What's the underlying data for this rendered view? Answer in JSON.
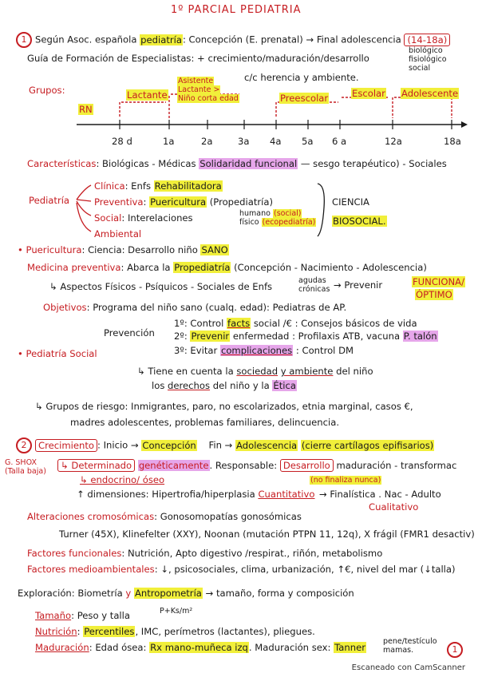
{
  "header": {
    "title": "1º PARCIAL PEDIATRIA"
  },
  "s1": {
    "num": "1",
    "l1a": "Según Asoc. española",
    "l1b": "pediatría",
    "l1c": ": Concepción (E. prenatal) → Final adolescencia",
    "l1d": "(14-18a)",
    "l2a": "Guía de Formación de Especialistas: + crecimiento/maduración/desarrollo",
    "l2b": "biológico",
    "l2c": "fisiológico",
    "l2d": "social",
    "l3": "c/c herencia y ambiente.",
    "grupos": "Grupos:",
    "tl_labels": {
      "rn": "RN",
      "lactante": "Lactante",
      "asist": "Asistente",
      "lact_mayor": "Lactante >",
      "nino": "Niño corta edad",
      "preescolar": "Preescolar",
      "escolar": "Escolar",
      "adolescente": "Adolescente"
    },
    "ticks": [
      "28 d",
      "1a",
      "2a",
      "3a",
      "4a",
      "5a",
      "6 a",
      "12a",
      "18a"
    ]
  },
  "car": {
    "a": "Características",
    "b": ": Biológicas - Médicas",
    "c": "Solidaridad funcional",
    "d": "— sesgo terapéutico) - Sociales"
  },
  "ped": {
    "label": "Pediatría",
    "clinica": "Clínica",
    "clinica_b": ": Enfs",
    "clinica_c": "Rehabilitadora",
    "prev": "Preventiva",
    "prev_b": ":",
    "prev_c": "Puericultura",
    "prev_d": "(Propediatría)",
    "social": "Social",
    "social_b": ": Interelaciones",
    "social_c": "humano",
    "social_d": "(social)",
    "social_e": "físico",
    "social_f": "(ecopediatría)",
    "ambiental": "Ambiental",
    "ciencia": "CIENCIA",
    "biosocial": "BIOSOCIAL."
  },
  "puer": {
    "a": "Puericultura",
    "b": ": Ciencia: Desarrollo niño",
    "c": "SANO"
  },
  "medprev": {
    "a": "Medicina preventiva",
    "b": ": Abarca la",
    "c": "Propediatría",
    "d": "(Concepción - Nacimiento - Adolescencia)",
    "e": "↳ Aspectos Físicos - Psíquicos - Sociales de Enfs",
    "f": "agudas",
    "g": "crónicas",
    "h": "→ Prevenir",
    "i": "FUNCIONA/",
    "j": "ÓPTIMO",
    "obj": "Objetivos",
    "obj_b": ": Programa del niño sano (cualq. edad): Pediatras de AP.",
    "prevencion": "Prevención",
    "p1a": "1º: Control",
    "p1b": "facts",
    "p1c": "social /€ : Consejos básicos de vida",
    "p2a": "2º:",
    "p2b": "Prevenir",
    "p2c": "enfermedad : Profilaxis ATB, vacuna",
    "p2d": "P. talón",
    "p3a": "3º: Evitar",
    "p3b": "complicaciones",
    "p3c": ": Control DM"
  },
  "pedsoc": {
    "a": "Pediatría Social",
    "b": "↳ Tiene en cuenta la",
    "c": "sociedad",
    "d": "y ambiente",
    "e": "del niño",
    "f": "los",
    "g": "derechos",
    "h": "del niño y la",
    "i": "Ética",
    "j": "↳ Grupos de riesgo: Inmigrantes, paro, no escolarizados, etnia marginal, casos €,",
    "k": "madres adolescentes, problemas familiares, delincuencia."
  },
  "s2": {
    "num": "2",
    "creci": "Crecimiento",
    "a": ": Inicio →",
    "b": "Concepción",
    "c": "Fin →",
    "d": "Adolescencia",
    "e": "(cierre cartílagos epifisarios)",
    "shox1": "G. SHOX",
    "shox2": "(Talla baja)",
    "det": "↳ Determinado",
    "gen": "genéticamente",
    ". resp": "",
    "resp": ". Responsable:",
    "desarrollo": "Desarrollo",
    "madur": "maduración - transformac",
    "nofin": "(no finaliza nunca)",
    "endocrino": "↳ endocrino",
    "oseo": "/ óseo",
    "dim": "↑ dimensiones: Hipertrofia/hiperplasia",
    "cuanti": "Cuantitativo",
    "final": "→ Finalística . Nac - Adulto",
    "cuali": "Cualitativo",
    "alt": "Alteraciones cromosómicas",
    "alt_b": ": Gonosomopatías gonosómicas",
    "turner": "Turner (45X), Klinefelter (XXY), Noonan (mutación PTPN 11, 12q), X frágil (FMR1 desactiv)",
    "factf": "Factores funcionales",
    "factf_b": ": Nutrición, Apto digestivo /respirat., riñón, metabolismo",
    "facta": "Factores medioambientales",
    "facta_b": ": ↓, psicosociales, clima, urbanización, ↑€, nivel del mar (↓talla)"
  },
  "expl": {
    "a": "Exploración: Biometría",
    "b": "y",
    "c": "Antropometría",
    "d": "→ tamaño, forma y composición",
    "tam": "Tamaño",
    "tam_b": ": Peso y talla",
    "tam_c": "P+Ks/m²",
    "nut": "Nutrición",
    "nut_b": ":",
    "nut_c": "Percentiles",
    "nut_d": ", IMC, perímetros (lactantes), pliegues.",
    "mad": "Maduración",
    "mad_b": ": Edad ósea:",
    "mad_c": "Rx mano-muñeca izq",
    "mad_d": ". Maduración sex:",
    "mad_e": "Tanner",
    "mad_f": "pene/testículo",
    "mad_g": "mamas."
  },
  "page_num": "1",
  "footer": "Escaneado con CamScanner"
}
